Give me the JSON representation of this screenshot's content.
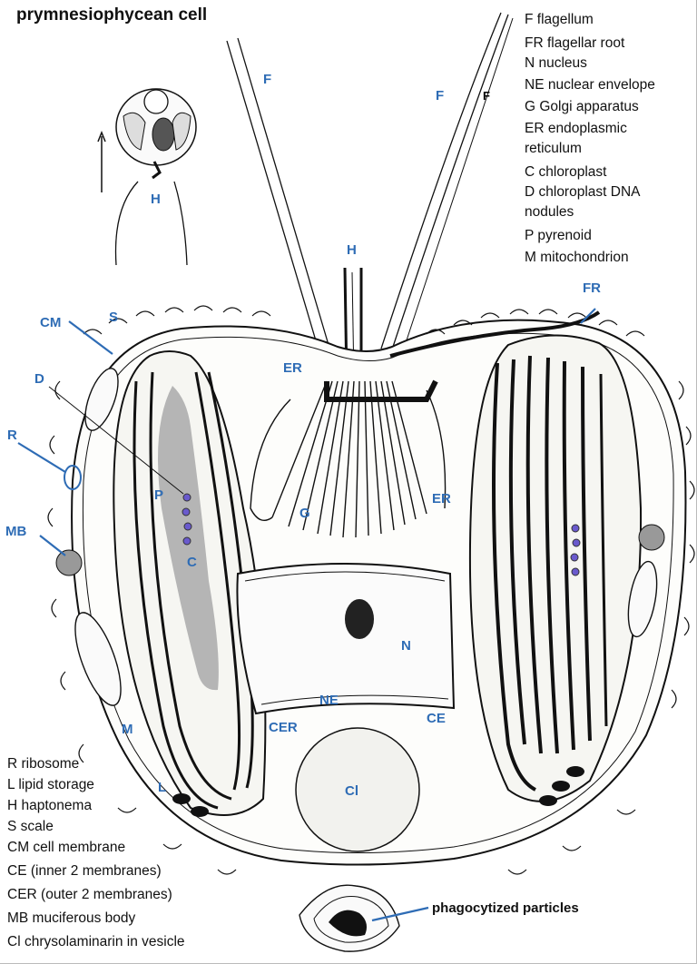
{
  "title": "prymnesiophycean cell",
  "legend_top": [
    "F  flagellum",
    "FR  flagellar root",
    "N  nucleus",
    "NE  nuclear envelope",
    "G  Golgi apparatus",
    "ER  endoplasmic",
    "       reticulum",
    "C  chloroplast",
    "D  chloroplast DNA",
    "      nodules",
    "P  pyrenoid",
    "M  mitochondrion"
  ],
  "legend_bottom": [
    "R  ribosome",
    "L  lipid storage",
    "H  haptonema",
    "S  scale",
    "CM  cell membrane",
    "CE (inner 2 membranes)",
    "CER (outer 2 membranes)",
    "MB  muciferous body",
    "Cl  chrysolaminarin in vesicle"
  ],
  "labels": {
    "F1": "F",
    "F2": "F",
    "F3": "F",
    "H_small": "H",
    "H_main": "H",
    "FR": "FR",
    "CM": "CM",
    "S": "S",
    "ER_top": "ER",
    "ER_right": "ER",
    "D": "D",
    "R": "R",
    "MB": "MB",
    "P": "P",
    "C": "C",
    "G": "G",
    "N": "N",
    "NE": "NE",
    "CER": "CER",
    "CE": "CE",
    "Cl": "Cl",
    "M": "M",
    "L": "L"
  },
  "phagocytized": "phagocytized particles",
  "colors": {
    "label": "#2e6cb5",
    "pyrenoid": "#b5b5b5",
    "dna": "#6a5acd",
    "line": "#111111"
  }
}
